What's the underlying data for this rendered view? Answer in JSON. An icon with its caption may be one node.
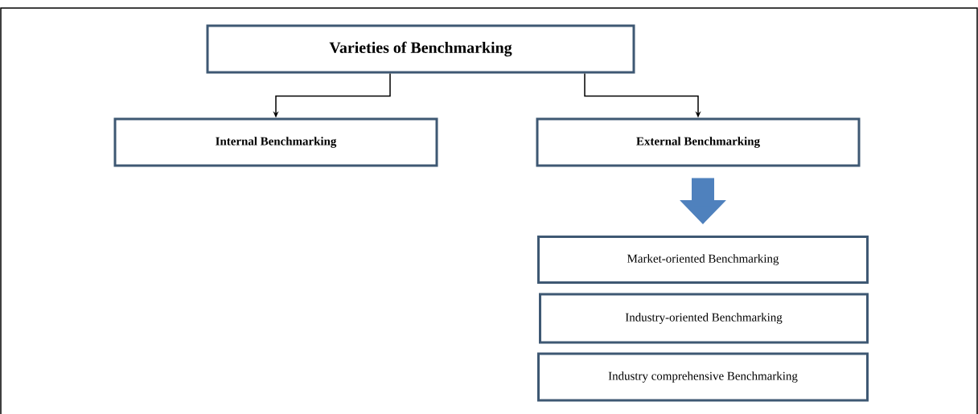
{
  "diagram": {
    "nodes": [
      {
        "text": [
          "Varieties of Benchmarking"
        ]
      },
      {
        "text": [
          "Internal Benchmarking"
        ]
      },
      {
        "text": [
          "External Benchmarking"
        ]
      },
      {
        "text": [
          "Market-oriented Benchmarking"
        ]
      },
      {
        "text": [
          "Industry-oriented Benchmarking"
        ]
      },
      {
        "text": [
          "Industry comprehensive Benchmarking"
        ]
      }
    ],
    "edges": [
      {
        "from": 0,
        "to": 1,
        "arrow": "to"
      },
      {
        "from": 0,
        "to": 2,
        "arrow": "to"
      },
      {
        "from": 2,
        "to": 3,
        "arrow": "to",
        "style": "thick",
        "color": "#4f81bd"
      }
    ]
  }
}
